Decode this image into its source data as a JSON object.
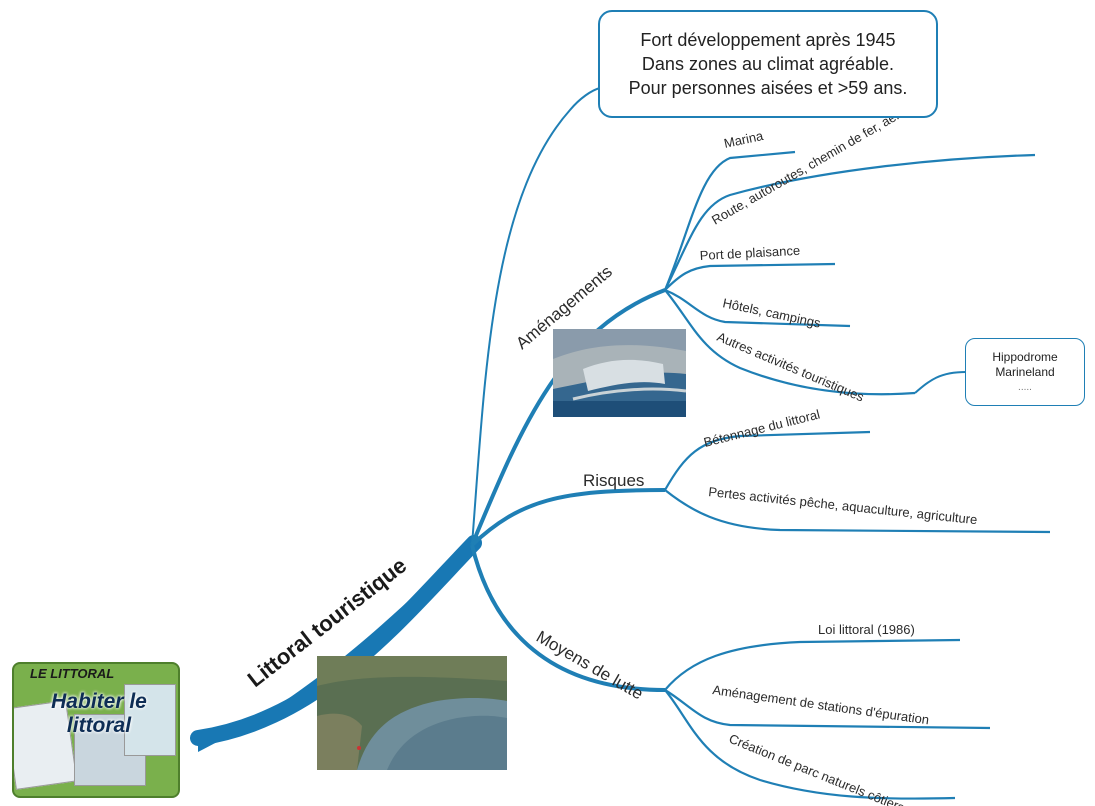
{
  "center": {
    "label": "Littoral touristique"
  },
  "branches": {
    "amenagements": {
      "label": "Aménagements",
      "items": [
        "Marina",
        "Route, autoroutes, chemin de fer, aéroport.",
        "Port de plaisance",
        "Hôtels, campings",
        "Autres activités touristiques"
      ]
    },
    "risques": {
      "label": "Risques",
      "items": [
        "Bétonnage du littoral",
        "Pertes activités pêche, aquaculture, agriculture"
      ]
    },
    "moyens": {
      "label": "Moyens de lutte",
      "items": [
        "Loi littoral (1986)",
        "Aménagement de stations d'épuration",
        "Création de parc naturels côtiers"
      ]
    }
  },
  "notes": {
    "top": {
      "line1": "Fort développement après 1945",
      "line2": "Dans zones au climat agréable.",
      "line3": "Pour personnes aisées et >59 ans."
    },
    "right": {
      "line1": "Hippodrome",
      "line2": "Marineland",
      "line3": "....."
    }
  },
  "cover": {
    "title": "LE LITTORAL",
    "main": "Habiter le littoral"
  },
  "colors": {
    "branch": "#1f7fb5",
    "thick": "#1878b4"
  }
}
